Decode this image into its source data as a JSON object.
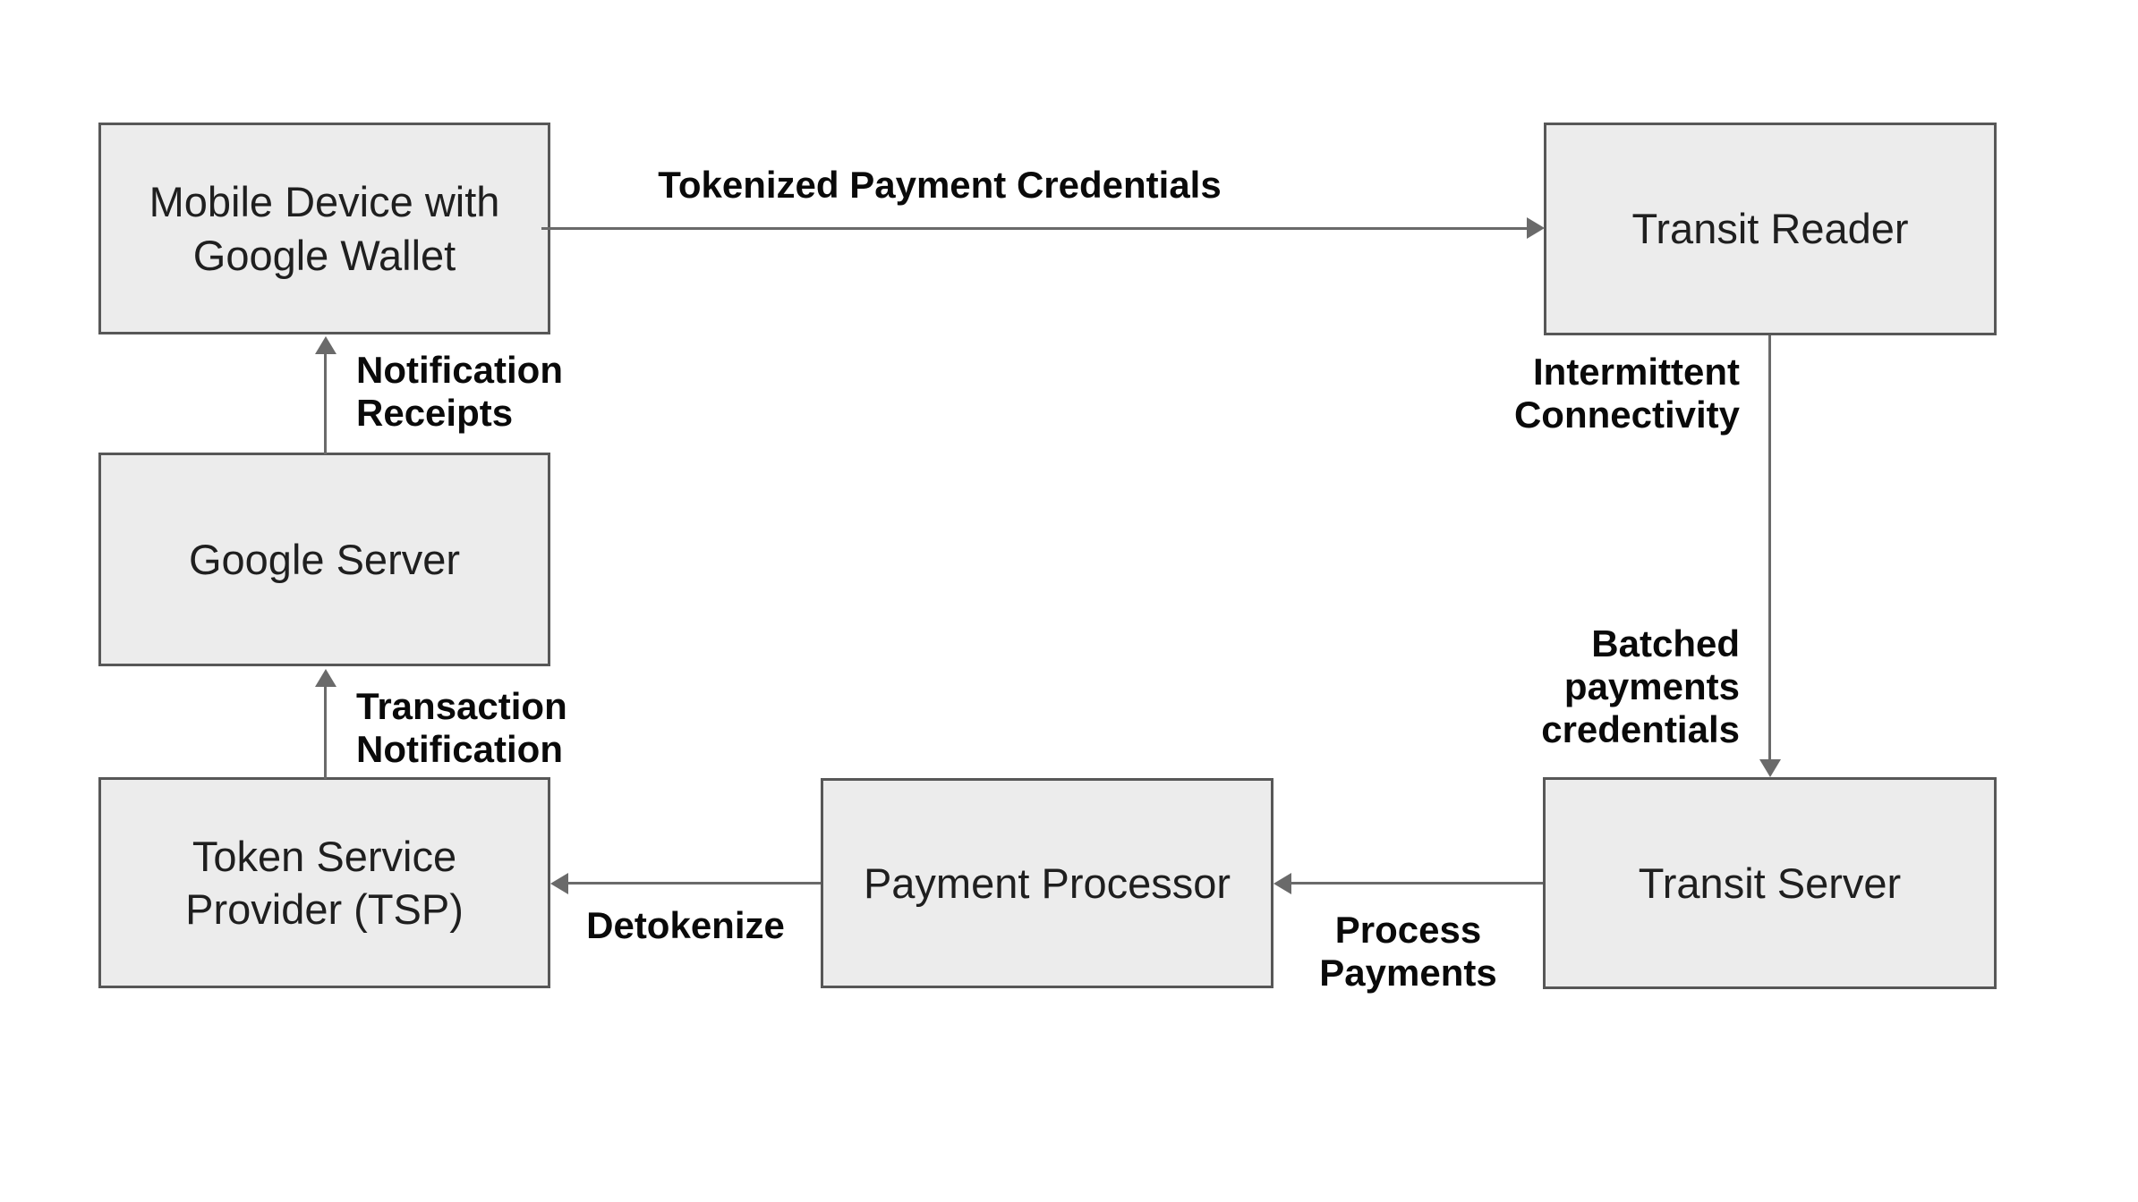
{
  "diagram": {
    "type": "flow-diagram",
    "background": "#ffffff",
    "colors": {
      "node_fill": "#ececec",
      "node_border": "#575757",
      "arrow": "#6a6a6a",
      "node_text": "#1f1f1f",
      "label_text": "#0a0a0a"
    },
    "nodes": {
      "mobile": {
        "label": "Mobile Device with\nGoogle Wallet"
      },
      "transit_reader": {
        "label": "Transit Reader"
      },
      "google_server": {
        "label": "Google Server"
      },
      "tsp": {
        "label": "Token Service\nProvider (TSP)"
      },
      "payment_processor": {
        "label": "Payment Processor"
      },
      "transit_server": {
        "label": "Transit Server"
      }
    },
    "edges": {
      "tokenized": {
        "label": "Tokenized Payment Credentials",
        "from": "mobile",
        "to": "transit_reader",
        "direction": "right"
      },
      "notification_receipts": {
        "label": "Notification\nReceipts",
        "from": "google_server",
        "to": "mobile",
        "direction": "up"
      },
      "intermittent_connectivity": {
        "label": "Intermittent\nConnectivity",
        "from": "transit_reader",
        "to": "transit_server",
        "direction": "down"
      },
      "batched_payments": {
        "label": "Batched\npayments\ncredentials",
        "from": "transit_reader",
        "to": "transit_server",
        "direction": "down"
      },
      "transaction_notification": {
        "label": "Transaction\nNotification",
        "from": "tsp",
        "to": "google_server",
        "direction": "up"
      },
      "process_payments": {
        "label": "Process\nPayments",
        "from": "transit_server",
        "to": "payment_processor",
        "direction": "left"
      },
      "detokenize": {
        "label": "Detokenize",
        "from": "payment_processor",
        "to": "tsp",
        "direction": "left"
      }
    }
  }
}
